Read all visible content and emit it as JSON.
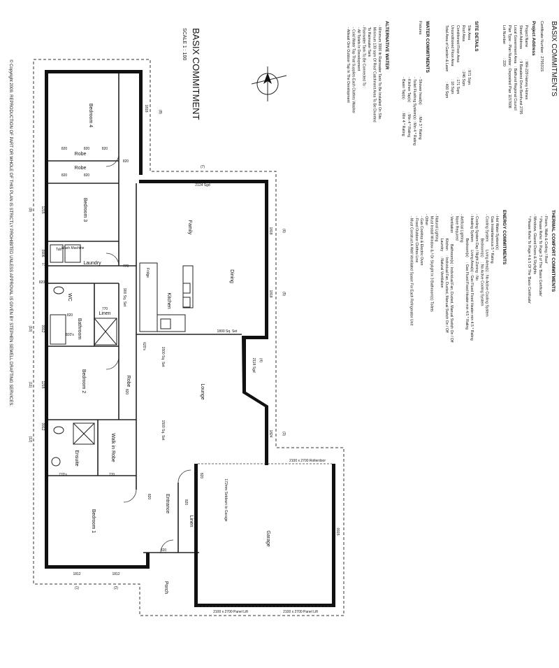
{
  "plan": {
    "title": "BASIX COMMITMENT",
    "scale": "SCALE 1 : 100",
    "copyright": "© Copyright 2009. REPRODUCTION OF PART OR WHOLE OF THIS PLAN IS STRICTLY PROHIBITED UNLESS APPROVAL IS GIVEN BY STEPHEN SEWELL DRAFTING SERVICES."
  },
  "rooms": {
    "bedroom4": "Bedroom 4",
    "robe_b4": "Robe",
    "robe_b3": "Robe",
    "bedroom3": "Bedroom 3",
    "laundry": "Laundry",
    "tub": "Tub",
    "wm": "Wash Machine",
    "wc": "WC",
    "bathroom": "Bathroom",
    "linen": "Linen",
    "bedroom2": "Bedroom 2",
    "robe_b2": "Robe",
    "ensuite": "Ensuite",
    "wir": "Walk in Robe",
    "bedroom1": "Bedroom 1",
    "entrance": "Entrance",
    "linen2": "Linen",
    "porch": "Porch",
    "garage": "Garage",
    "family": "Family",
    "dining": "Dining",
    "kitchen": "Kitchen",
    "fridge": "Fridge",
    "lounge": "Lounge"
  },
  "dims": {
    "d1818a": "1818",
    "d1215a": "1215",
    "d0906": "0906",
    "d0912a": "0912",
    "d1215b": "1215",
    "d0912b": "0912",
    "d1812a": "1812",
    "d1812b": "1812",
    "d2124": "2124 Sgd",
    "d1818b": "1818",
    "d1818c": "1818",
    "d2118": "2118 Sgd",
    "d1824": "1824",
    "d0915": "0915",
    "roller": "2100 x 2700 Rollerdoor",
    "panel1": "2100 x 2700 Panel Lift",
    "panel2": "2100 x 2700 Panel Lift",
    "setdown": "172mm Setdown to Garage",
    "area1": "1800 Sq. Set",
    "area2": "1500 Sq. Set",
    "area3": "1500 Sq. Set",
    "area4": "900 Sq. Set",
    "w820a": "820",
    "w820b": "820",
    "w820c": "820",
    "w820d": "820",
    "w820e": "820",
    "w820f": "820",
    "w770a": "770",
    "w770b": "770",
    "w770c": "770",
    "w820g": "820",
    "w820h": "820",
    "w820i": "820",
    "w820j": "820",
    "w820k": "820",
    "w820l": "820",
    "w770d": "770's",
    "w770e": "770",
    "w820m": "820's",
    "w620": "620's",
    "w820n": "820"
  },
  "markers": {
    "m1": "(1)",
    "m2": "(2)",
    "m3": "(3)",
    "m4": "(4)",
    "m5": "(5)",
    "m6": "(6)",
    "m7": "(7)",
    "m8": "(8)",
    "m9": "(9)",
    "m10": "(10)",
    "m11": "(11)",
    "m12": "(12)"
  },
  "cert": {
    "heading": "BASIX COMMITMENTS",
    "cert_no": "Certificate Number : 279531S",
    "project_address": "Project Address",
    "pa_lines": [
      "Project Name            : WH-229 Harvey Homes",
      "Street Address          : 9 Basalend Drive Bemhurst 2795",
      "Local Government Area   : Bathurst Regional Council",
      "Plan Type - Plan Number : Deposited Plan 1157608",
      "Lot Number              : 220"
    ],
    "site_details": "SITE DETAILS",
    "sd_lines": [
      "Site Area                            : 971 Sqm",
      "Roof Area                            : 246 Sqm",
      "Conditioned Floor Area               : 171 Sqm",
      "Unconditioned Floor Area             : 18 Sqm",
      "Total Area of Garden & Lawn          : 400 Sqm"
    ],
    "water": "WATER COMMITMENTS",
    "water_fixtures_label": "Fixtures",
    "water_lines": [
      "- Shower head(s)          : Min 3 * Rating",
      "- Toilet Flushing System(s) : Min 4 * Rating",
      "- Kitchen Tap(s)          : Min 4 * Rating",
      "- Basin Tap(s)            : Min 4 * Rating"
    ],
    "alt_water": "ALTERNATIVE WATER",
    "alt_lines": [
      "- Minimum 3000 ltr Rainwater Tank To Be Installed On Site.",
      "  Minimum 130 sqm Of Roof Catchment Area To Be Diverted",
      "  To Rainwater Tank",
      "- Rainwater Tank To Be Connected To :",
      "  - All Toilets In Development",
      "  - Cold Water Tap That Supplies Each Clothes Washer",
      "  - Atleast One Outdoor Tap In The Development"
    ],
    "thermal": "THERMAL COMFORT COMMITMENTS",
    "thermal_lines": [
      "- Floors, Walls & Ceiling / Roof",
      "  * Please Refer To Page 3 of The 'Basix Certificate'",
      "- Windows, Glazed Doors & Skylights",
      "  * Please Refer To Page 4 & 5 Of The 'Basix Certificate'"
    ],
    "energy": "ENERGY COMMITMENTS",
    "energy_lines": [
      "- Hot Water System(s)",
      "  Gas Instantaneous 5 * Rating",
      "- Cooling System        Living Area(s) : No Active Cooling System",
      "                        Bedroom(s)     : No Active Cooling System",
      "- Cooling System Day / Night Zoning : No",
      "- Heating System        Living Area(s) : Gas Flued Fixed Heater min 4.5 * Rating",
      "                        Bedroom(s)     : Gas Flued Fixed Heater min 4.5 * Rating",
      "- Artificial Lighting",
      "  None Required",
      "- Ventilation           Bathroom(s) : Individual Fan, Ducted, Manual Switch On / Off",
      "                        Kitchen     : Individual Fan, Ducted, Manual Switch On / Off",
      "                        Laundry     : Natural Ventilation",
      "- Natural Lighting",
      "  Must Install Window & / Or Skylight In 3 Bathroom(s) Toilets",
      "- Other",
      "  - Gas Cooktop & Electric Oven",
      "  - Fixed Outdoor Clothes Line",
      "  - Must Construct A Well Ventilated Space For Each Refrigerator Unit"
    ]
  }
}
